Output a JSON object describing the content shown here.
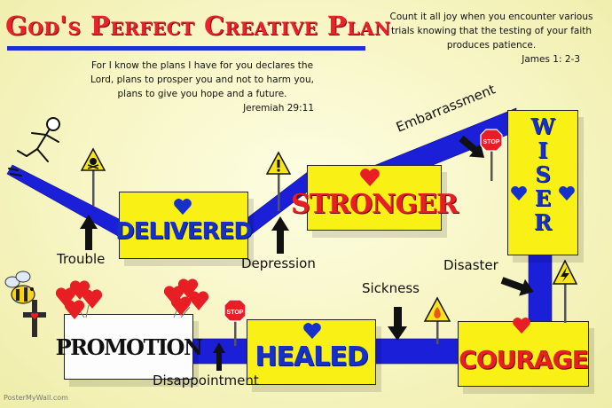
{
  "title": "God's Perfect Creative Plan",
  "verse1": {
    "text": "For I know the plans I have for you declares the Lord, plans to prosper you and not to harm you, plans to give you hope and a future.",
    "reference": "Jeremiah 29:11"
  },
  "verse2": {
    "text": "Count it all joy when you encounter various trials knowing that the testing of your faith produces patience.",
    "reference": "James 1: 2-3"
  },
  "boxes": {
    "delivered": "DELIVERED",
    "stronger": "STRONGER",
    "wiser": [
      "W",
      "I",
      "S",
      "E",
      "R"
    ],
    "promotion": "PROMOTION",
    "healed": "HEALED",
    "courage": "COURAGE"
  },
  "obstacles": {
    "trouble": "Trouble",
    "depression": "Depression",
    "embarrassment": "Embarrassment",
    "disaster": "Disaster",
    "sickness": "Sickness",
    "disappointment": "Disappointment"
  },
  "signs": {
    "stop": "STOP"
  },
  "colors": {
    "road": "#1b1fd8",
    "box": "#f9f116",
    "heart_red": "#e81e25",
    "heart_blue": "#1531c9",
    "title_red": "#e8232a"
  },
  "icons": [
    "skull-sign-icon",
    "exclamation-sign-icon",
    "stop-sign-icon",
    "fire-sign-icon",
    "lightning-sign-icon",
    "stick-figure-icon",
    "bee-icon",
    "cross-icon",
    "heart-balloons-icon"
  ],
  "watermark": "PosterMyWall.com"
}
